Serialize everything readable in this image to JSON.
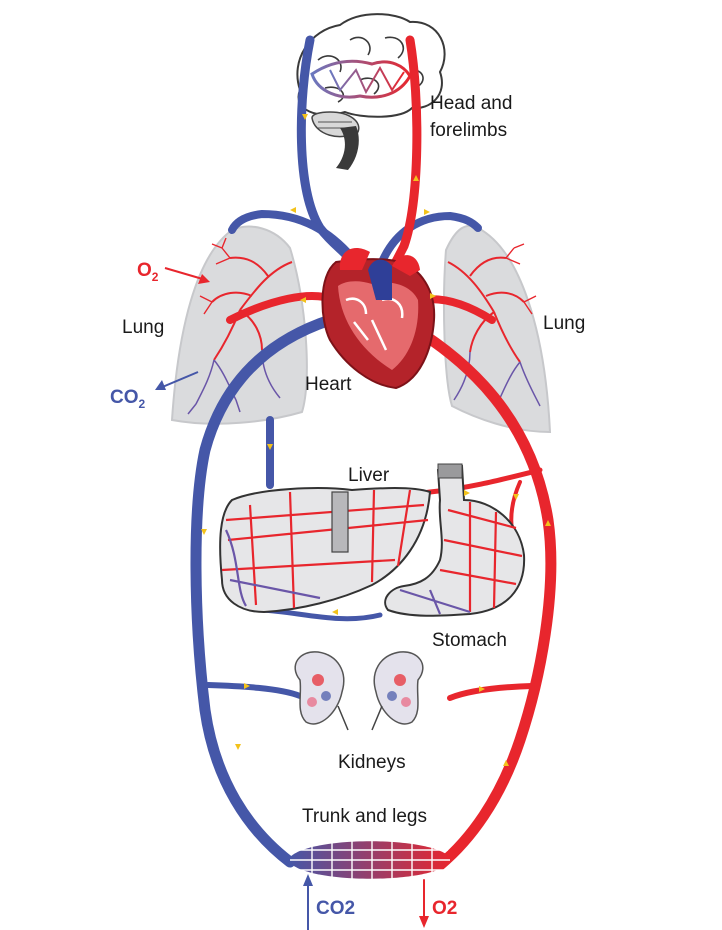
{
  "labels": {
    "head": [
      "Head and",
      "forelimbs"
    ],
    "lung_left": "Lung",
    "lung_right": "Lung",
    "heart": "Heart",
    "liver": "Liver",
    "stomach": "Stomach",
    "kidneys": "Kidneys",
    "trunk": "Trunk and legs"
  },
  "gases": {
    "lung_in": {
      "symbol": "O",
      "sub": "2"
    },
    "lung_out": {
      "symbol": "CO",
      "sub": "2"
    },
    "body_in": "CO2",
    "body_out": "O2"
  },
  "colors": {
    "oxygenated": "#e8262d",
    "deoxygenated": "#4557a8",
    "organ_fill": "#dadbdd",
    "flow_arrow": "#f3c21b"
  }
}
